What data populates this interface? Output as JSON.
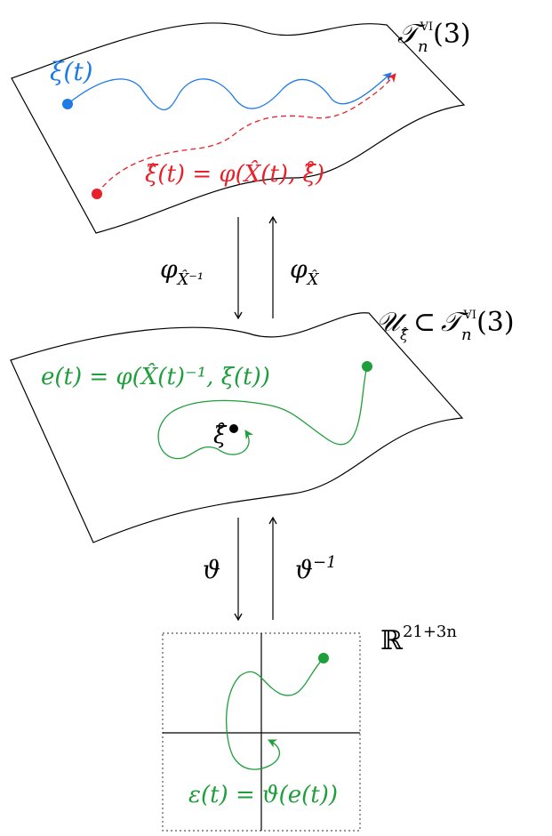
{
  "colors": {
    "blue": "#1e7be6",
    "red": "#e8202a",
    "green": "#1f9e3c",
    "black": "#000000"
  },
  "labels": {
    "space_top": "𝒯ₙ^VI(3)",
    "space_mid": "𝒰_ξ̊ ⊂ 𝒯ₙ^VI(3)",
    "space_bottom": "ℝ^(21+3n)",
    "xi_t": "ξ(t)",
    "xi_hat_eq": "ξ̂(t) = φ(X̂(t), ξ̊)",
    "e_t_eq": "e(t) = φ(X̂(t)⁻¹, ξ(t))",
    "xi_ring": "ξ̊",
    "eps_eq": "ε(t) = ϑ(e(t))",
    "phi_inv": "φ_X̂⁻¹",
    "phi": "φ_X̂",
    "vartheta": "ϑ",
    "vartheta_inv": "ϑ⁻¹"
  }
}
